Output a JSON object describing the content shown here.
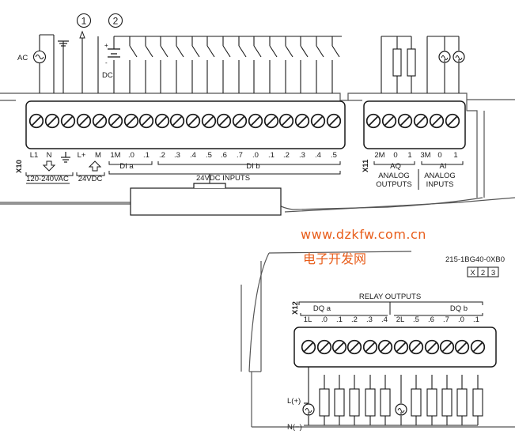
{
  "circled": {
    "one": "1",
    "two": "2"
  },
  "power": {
    "ac_label": "AC",
    "dc_plus": "+",
    "dc_minus": "-",
    "dc_label": "DC"
  },
  "x10": {
    "tag": "X10",
    "terms": [
      "L1",
      "N",
      "L+",
      "M",
      "1M",
      ".0",
      ".1",
      ".2",
      ".3",
      ".4",
      ".5",
      ".6",
      ".7",
      ".0",
      ".1",
      ".2",
      ".3",
      ".4",
      ".5"
    ],
    "ac_voltage": "120-240VAC",
    "dc_voltage": "24VDC",
    "dia": "DI a",
    "dib": "DI b",
    "inputs_label": "24VDC INPUTS"
  },
  "x11": {
    "tag": "X11",
    "terms": [
      "2M",
      "0",
      "1",
      "3M",
      "0",
      "1"
    ],
    "aq": "AQ",
    "ai": "AI",
    "analog_outputs": [
      "ANALOG",
      "OUTPUTS"
    ],
    "analog_inputs": [
      "ANALOG",
      "INPUTS"
    ]
  },
  "part": {
    "number": "215-1BG40-0XB0",
    "boxes": [
      "X",
      "2",
      "3"
    ]
  },
  "x12": {
    "tag": "X12",
    "relay_outputs": "RELAY OUTPUTS",
    "dqa": "DQ a",
    "dqb": "DQ b",
    "terms": [
      "1L",
      ".0",
      ".1",
      ".2",
      ".3",
      ".4",
      "2L",
      ".5",
      ".6",
      ".7",
      ".0",
      ".1"
    ],
    "l_plus": "L(+)",
    "n_minus": "N(−)"
  },
  "watermark": {
    "url": "www.dzkfw.com.cn",
    "name": "电子开发网"
  },
  "colors": {
    "watermark": "#e85d1a",
    "line": "#1a1a1a",
    "housing": "#555555"
  }
}
